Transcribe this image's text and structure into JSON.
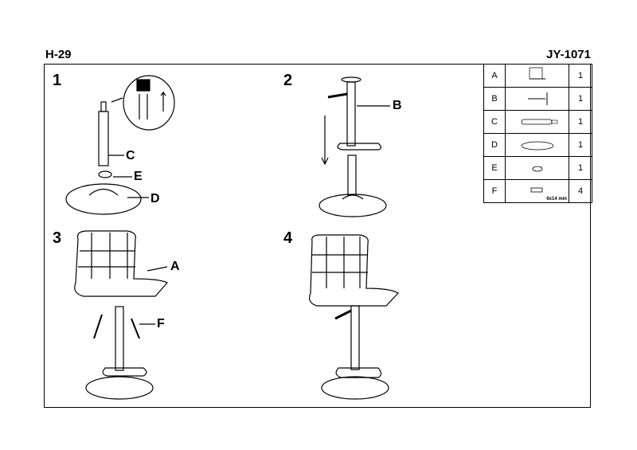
{
  "header": {
    "left": "H-29",
    "right": "JY-1071"
  },
  "steps": [
    {
      "number": "1"
    },
    {
      "number": "2"
    },
    {
      "number": "3"
    },
    {
      "number": "4"
    }
  ],
  "callouts": {
    "c": "C",
    "e": "E",
    "d": "D",
    "b": "B",
    "a": "A",
    "f": "F"
  },
  "parts": [
    {
      "letter": "A",
      "icon": "seat-icon",
      "qty": "1"
    },
    {
      "letter": "B",
      "icon": "lift-mechanism-icon",
      "qty": "1"
    },
    {
      "letter": "C",
      "icon": "gas-cylinder-icon",
      "qty": "1"
    },
    {
      "letter": "D",
      "icon": "base-plate-icon",
      "qty": "1"
    },
    {
      "letter": "E",
      "icon": "ring-cap-icon",
      "qty": "1"
    },
    {
      "letter": "F",
      "icon": "screw-icon",
      "qty": "4",
      "note": "6x14 mm"
    }
  ]
}
